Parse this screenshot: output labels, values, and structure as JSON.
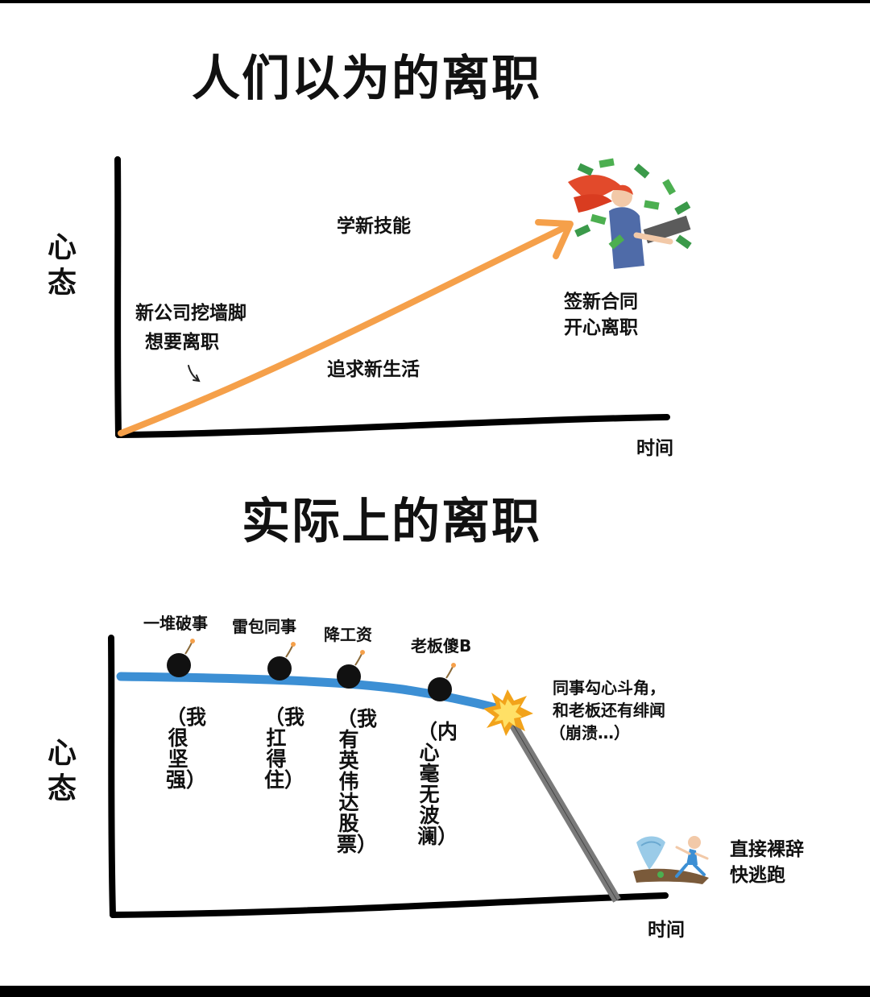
{
  "top_chart": {
    "title": "人们以为的离职",
    "y_axis": "心态",
    "x_axis": "时间",
    "notes": {
      "poached": "新公司挖墙脚",
      "want_quit": "想要离职",
      "learn_skills": "学新技能",
      "new_life": "追求新生活",
      "sign_contract": "签新合同",
      "happy_quit": "开心离职"
    },
    "arrow_color": "#F5A04A"
  },
  "bottom_chart": {
    "title": "实际上的离职",
    "y_axis": "心态",
    "x_axis": "时间",
    "bombs": [
      {
        "label": "一堆破事",
        "thought": "（我很坚强）"
      },
      {
        "label": "雷包同事",
        "thought": "（我扛得住）"
      },
      {
        "label": "降工资",
        "thought": "（我有英伟达股票）"
      },
      {
        "label": "老板傻B",
        "thought": "（内心毫无波澜）"
      }
    ],
    "explosion_line1": "同事勾心斗角，",
    "explosion_line2": "和老板还有绯闻",
    "explosion_line3": "（崩溃…）",
    "end_line1": "直接裸辞",
    "end_line2": "快逃跑",
    "line_color": "#3C8FD4",
    "fall_color": "#7A7A7A"
  }
}
